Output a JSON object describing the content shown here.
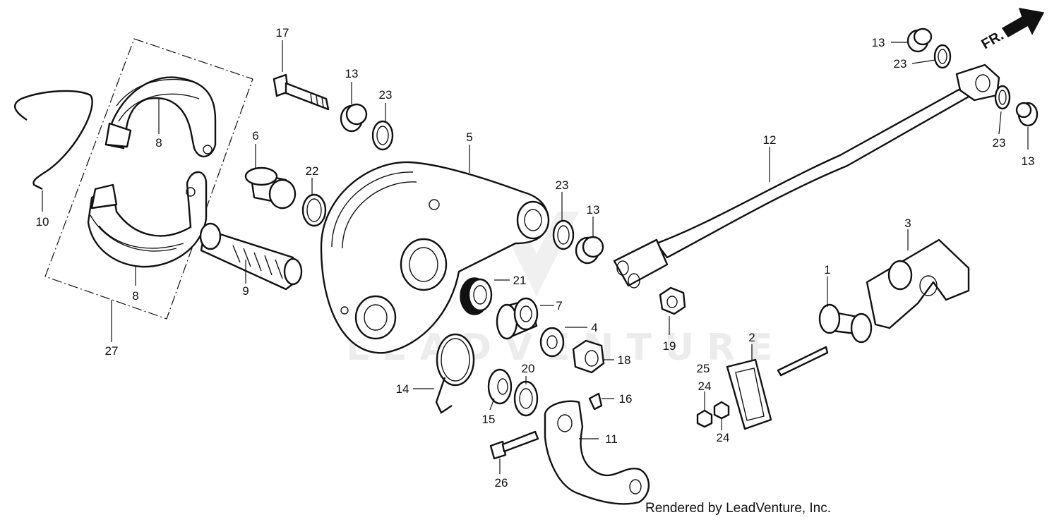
{
  "watermark": "LEADVENTURE",
  "credit": "Rendered by LeadVenture, Inc.",
  "direction_label": "FR.",
  "callouts": [
    "17",
    "13",
    "23",
    "5",
    "12",
    "13",
    "23",
    "23",
    "13",
    "6",
    "22",
    "8",
    "8",
    "10",
    "9",
    "27",
    "23",
    "13",
    "21",
    "7",
    "4",
    "18",
    "19",
    "3",
    "1",
    "2",
    "14",
    "20",
    "15",
    "16",
    "25",
    "24",
    "24",
    "11",
    "26"
  ]
}
